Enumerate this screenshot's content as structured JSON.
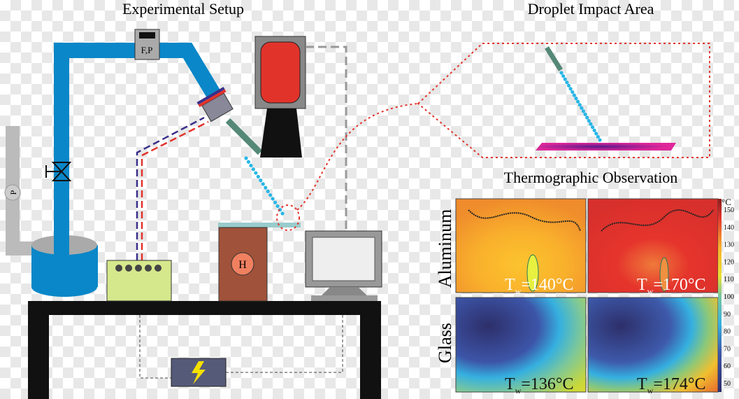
{
  "titles": {
    "setup": "Experimental Setup",
    "impact": "Droplet Impact Area",
    "thermo": "Thermographic Observation"
  },
  "labels": {
    "flow_meter": "F,P",
    "pressure": "P",
    "heater": "H"
  },
  "thermo": {
    "rows": [
      "Aluminum",
      "Glass"
    ],
    "panels": [
      {
        "label": "T",
        "sub": "w",
        "value": "=140°C"
      },
      {
        "label": "T",
        "sub": "w",
        "value": "=170°C"
      },
      {
        "label": "T",
        "sub": "w",
        "value": "=136°C"
      },
      {
        "label": "T",
        "sub": "w",
        "value": "=174°C"
      }
    ],
    "colorbar": {
      "unit": "°C",
      "ticks": [
        "150",
        "140",
        "130",
        "120",
        "110",
        "100",
        "90",
        "80",
        "70",
        "60",
        "50"
      ]
    }
  },
  "colors": {
    "pipe": "#0a87c8",
    "camera_body": "#e2332b",
    "heater": "#a0523a",
    "power": "#d6e88c",
    "droplet": "#29b6e6",
    "plate": "#e0289a"
  }
}
